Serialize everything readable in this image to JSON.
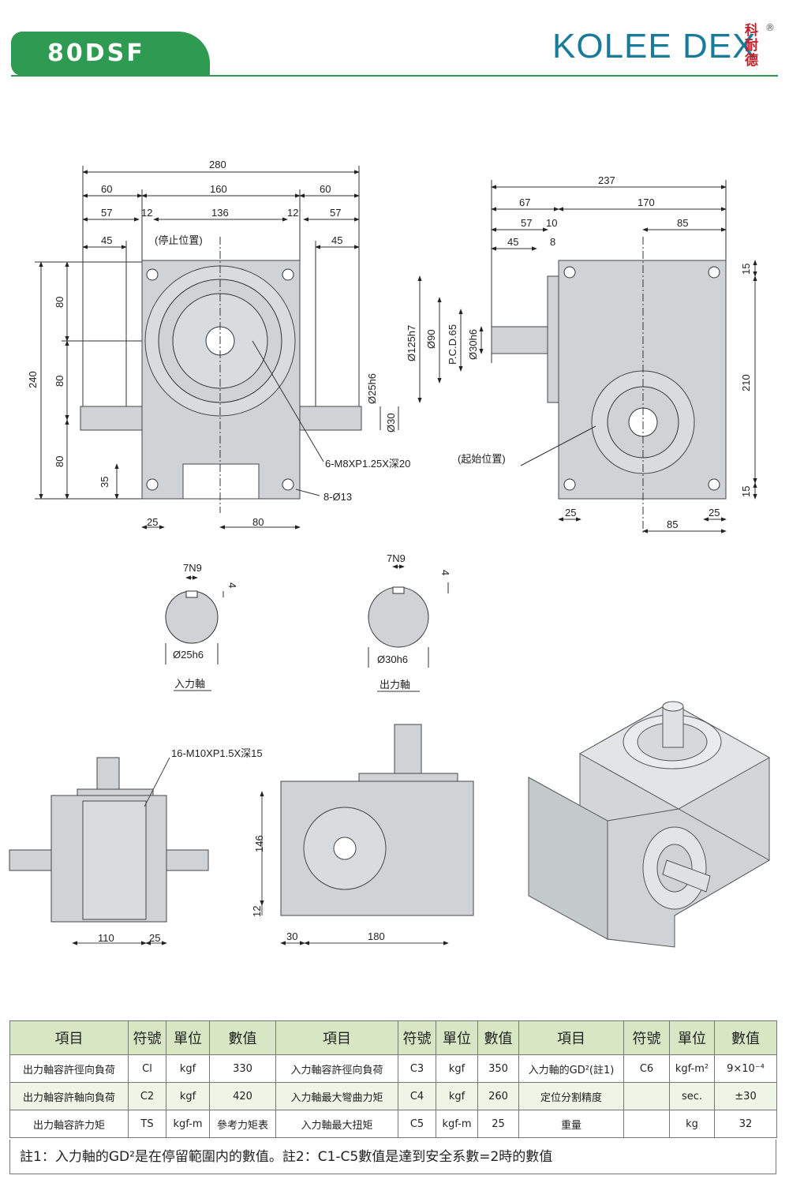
{
  "header": {
    "model": "80DSF",
    "brand_latin": "KOLEE DEX",
    "brand_cn": "科耐德",
    "registered": "®"
  },
  "front_view": {
    "dims": {
      "overall": "280",
      "left_a": "60",
      "center_a": "160",
      "right_a": "60",
      "left_b": "57",
      "gap_l": "12",
      "center_b": "136",
      "gap_r": "12",
      "right_b": "57",
      "left_c": "45",
      "right_c": "45",
      "height": "240",
      "v80_top": "80",
      "v80_mid": "80",
      "v80_bot": "80",
      "v35": "35",
      "bottom_25": "25",
      "bottom_80": "80",
      "shaft_25h6": "Ø25h6",
      "shaft_30": "Ø30"
    },
    "labels": {
      "stop_position": "(停止位置)",
      "thread": "6-M8XP1.25X深20",
      "holes": "8-Ø13"
    }
  },
  "side_view": {
    "dims": {
      "overall": "237",
      "d67": "67",
      "d170": "170",
      "d57": "57",
      "d10": "10",
      "d85_top": "85",
      "d45": "45",
      "d8": "8",
      "d15_top": "15",
      "d210": "210",
      "d15_bot": "15",
      "d25_l": "25",
      "d25_r": "25",
      "d85_bot": "85",
      "dia125": "Ø125h7",
      "dia90": "Ø90",
      "pcd": "P.C.D.65",
      "dia30": "Ø30h6"
    },
    "labels": {
      "start_position": "(起始位置)"
    }
  },
  "shaft_details": {
    "input": {
      "key": "7N9",
      "depth": "4",
      "diameter": "Ø25h6",
      "name": "入力軸"
    },
    "output": {
      "key": "7N9",
      "depth": "4",
      "diameter": "Ø30h6",
      "name": "出力軸"
    }
  },
  "bottom_views": {
    "thread_label": "16-M10XP1.5X深15",
    "left_dims": {
      "d110": "110",
      "d25": "25"
    },
    "mid_dims": {
      "d146": "146",
      "d12": "12",
      "d30": "30",
      "d180": "180"
    }
  },
  "spec_table": {
    "headers": [
      "項目",
      "符號",
      "單位",
      "數值",
      "項目",
      "符號",
      "單位",
      "數值",
      "項目",
      "符號",
      "單位",
      "數值"
    ],
    "rows": [
      [
        "出力軸容許徑向負荷",
        "Cl",
        "kgf",
        "330",
        "入力軸容許徑向負荷",
        "C3",
        "kgf",
        "350",
        "入力軸的GD²(註1)",
        "C6",
        "kgf-m²",
        "9×10⁻⁴"
      ],
      [
        "出力軸容許軸向負荷",
        "C2",
        "kgf",
        "420",
        "入力軸最大彎曲力矩",
        "C4",
        "kgf",
        "260",
        "定位分割精度",
        "",
        "sec.",
        "±30"
      ],
      [
        "出力軸容許力矩",
        "TS",
        "kgf-m",
        "參考力矩表",
        "入力軸最大扭矩",
        "C5",
        "kgf-m",
        "25",
        "重量",
        "",
        "kg",
        "32"
      ]
    ]
  },
  "note": "註1：入力軸的GD²是在停留範圍内的數值。註2：C1-C5數值是達到安全系數=2時的數值",
  "colors": {
    "accent": "#2f9a52",
    "body": "#cfd3d6",
    "table_head": "#d7e7c3",
    "brand": "#1a7a9a",
    "brand_cn": "#c2202b"
  }
}
